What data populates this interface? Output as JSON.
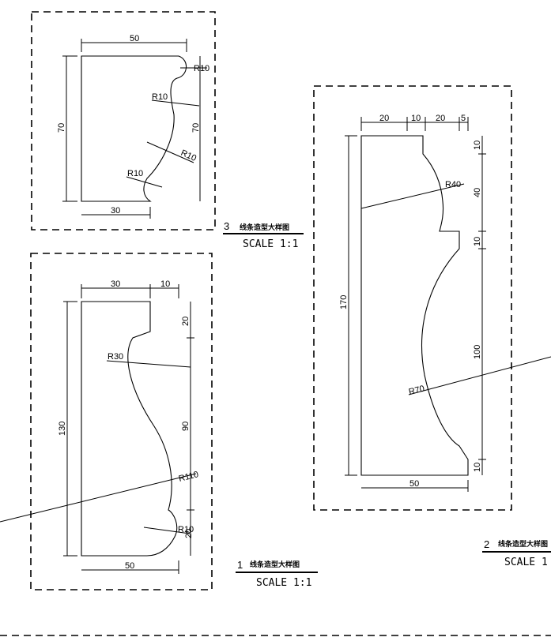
{
  "details": {
    "d3": {
      "number": "3",
      "title_cn": "线条造型大样图",
      "scale": "SCALE 1:1",
      "dims": {
        "top": "50",
        "left": "70",
        "right": "70",
        "bottom": "30"
      },
      "radii": {
        "r1": "R10",
        "r2": "R10",
        "r3": "R10",
        "r4": "R10"
      }
    },
    "d1": {
      "number": "1",
      "title_cn": "线条造型大样图",
      "scale": "SCALE 1:1",
      "dims": {
        "top_a": "30",
        "top_b": "10",
        "left": "130",
        "right_a": "20",
        "right_b": "90",
        "right_c": "20",
        "bottom": "50"
      },
      "radii": {
        "r1": "R30",
        "r2": "R110",
        "r3": "R10"
      }
    },
    "d2": {
      "number": "2",
      "title_cn": "线条造型大样图",
      "scale": "SCALE 1",
      "dims": {
        "top_a": "20",
        "top_b": "10",
        "top_c": "20",
        "top_d": "5",
        "left": "170",
        "right_a": "10",
        "right_b": "40",
        "right_c": "10",
        "right_d": "100",
        "right_e": "10",
        "bottom": "50"
      },
      "radii": {
        "r1": "R40",
        "r2": "R70"
      }
    }
  }
}
